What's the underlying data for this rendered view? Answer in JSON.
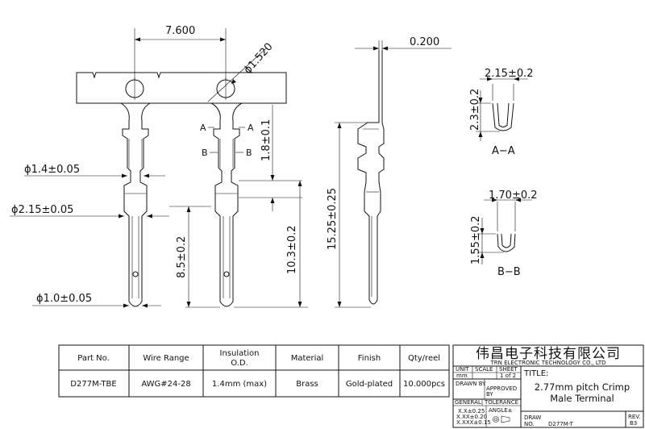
{
  "dimensions": {
    "pitch": "7.600",
    "hole_dia": "ϕ1.520",
    "sheet_thickness": "0.200",
    "wire_crimp_dia": "ϕ1.4±0.05",
    "insulation_dia": "ϕ2.15±0.05",
    "pin_dia": "ϕ1.0±0.05",
    "contact_length": "8.5±0.2",
    "tail_length": "10.3±0.2",
    "total_length": "15.25±0.25",
    "crimp_height": "1.8±0.1",
    "aa_width": "2.15±0.2",
    "aa_height": "2.3±0.2",
    "bb_width": "1.70±0.2",
    "bb_height": "1.55±0.2"
  },
  "section_marks": {
    "a": "A",
    "b": "B"
  },
  "section_labels": {
    "aa": "A−A",
    "bb": "B−B"
  },
  "spec_table": {
    "headers": [
      "Part No.",
      "Wire Range",
      "Insulation O.D.",
      "Material",
      "Finish",
      "Qty/reel"
    ],
    "header_insulation_l1": "Insulation",
    "header_insulation_l2": "O.D.",
    "values": [
      "D277M-TBE",
      "AWG#24-28",
      "1.4mm (max)",
      "Brass",
      "Gold-plated",
      "10.000pcs"
    ]
  },
  "title_block": {
    "company_cn": "伟昌电子科技有限公司",
    "company_en": "TRN ELECTRONIC TECHNOLOGY CO., LTD",
    "unit_label": "UNIT",
    "unit_value": "mm",
    "scale_label": "SCALE",
    "sheet_label": "SHEET",
    "sheet_value": "1 of 2",
    "title_label": "TITLE:",
    "title_line1": "2.77mm pitch Crimp",
    "title_line2": "Male Terminal",
    "drawn_by": "DRAWN BY",
    "approved_by_l1": "APPROVED",
    "approved_by_l2": "BY",
    "general_tol": "GENERAL TOLERANCE",
    "general_l": "GENERAL",
    "tolerance_l": "TOLERANCE",
    "tol1": "X.X±0.25",
    "tol2": "X.XX±0.20",
    "tol3": "X.XXX±0.15",
    "angle": "ANGLE±",
    "draw_no_l1": "DRAW",
    "draw_no_l2": "NO.",
    "draw_no_value": "D277M-T",
    "rev_label": "REV.",
    "rev_value": "B3"
  }
}
